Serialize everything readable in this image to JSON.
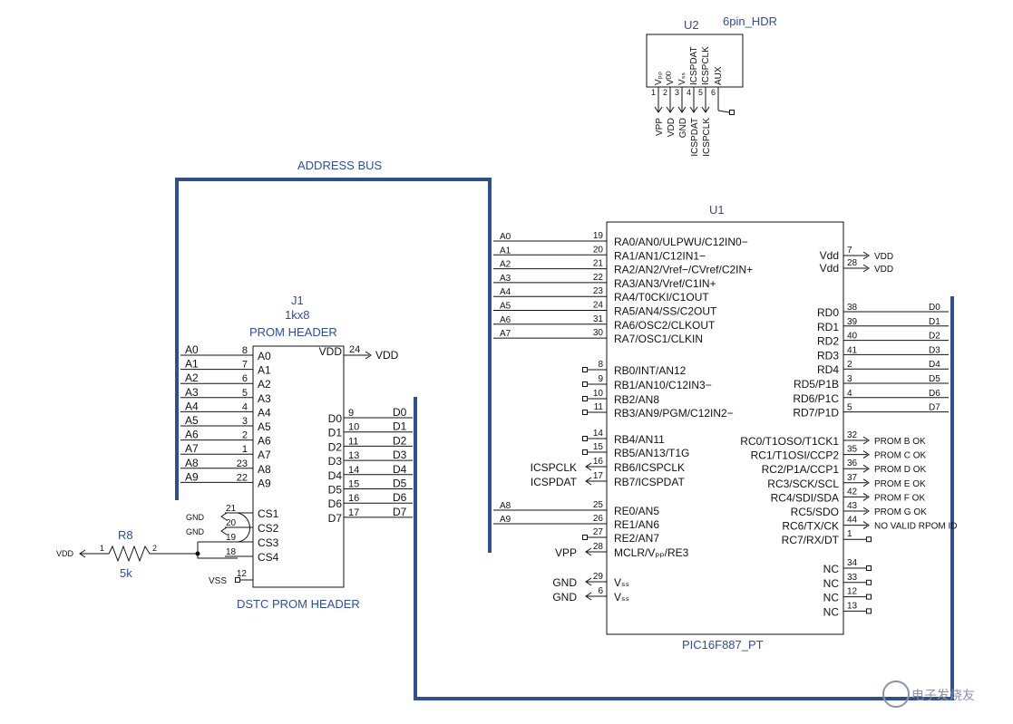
{
  "u2": {
    "ref": "U2",
    "value": "6pin_HDR",
    "pins": [
      {
        "num": "1",
        "inner": "Vₚₚ",
        "net": "VPP"
      },
      {
        "num": "2",
        "inner": "Vᴰᴰ",
        "net": "VDD"
      },
      {
        "num": "3",
        "inner": "Vₛₛ",
        "net": "GND"
      },
      {
        "num": "4",
        "inner": "ICSPDAT",
        "net": "ICSPDAT"
      },
      {
        "num": "5",
        "inner": "ICSPCLK",
        "net": "ICSPCLK"
      },
      {
        "num": "6",
        "inner": "AUX",
        "net": ""
      }
    ]
  },
  "bus_label": "ADDRESS BUS",
  "j1": {
    "ref": "J1",
    "value": "1kx8",
    "title": "PROM HEADER",
    "footer": "DSTC PROM HEADER",
    "vdd_pin": {
      "num": "24",
      "name": "VDD",
      "net": "VDD"
    },
    "addr": [
      {
        "net": "A0",
        "num": "8",
        "name": "A0"
      },
      {
        "net": "A1",
        "num": "7",
        "name": "A1"
      },
      {
        "net": "A2",
        "num": "6",
        "name": "A2"
      },
      {
        "net": "A3",
        "num": "5",
        "name": "A3"
      },
      {
        "net": "A4",
        "num": "4",
        "name": "A4"
      },
      {
        "net": "A5",
        "num": "3",
        "name": "A5"
      },
      {
        "net": "A6",
        "num": "2",
        "name": "A6"
      },
      {
        "net": "A7",
        "num": "1",
        "name": "A7"
      },
      {
        "net": "A8",
        "num": "23",
        "name": "A8"
      },
      {
        "net": "A9",
        "num": "22",
        "name": "A9"
      }
    ],
    "data": [
      {
        "name": "D0",
        "num": "9",
        "net": "D0"
      },
      {
        "name": "D1",
        "num": "10",
        "net": "D1"
      },
      {
        "name": "D2",
        "num": "11",
        "net": "D2"
      },
      {
        "name": "D3",
        "num": "13",
        "net": "D3"
      },
      {
        "name": "D4",
        "num": "14",
        "net": "D4"
      },
      {
        "name": "D5",
        "num": "15",
        "net": "D5"
      },
      {
        "name": "D6",
        "num": "16",
        "net": "D6"
      },
      {
        "name": "D7",
        "num": "17",
        "net": "D7"
      }
    ],
    "cs": [
      {
        "name": "CS1",
        "num": "21",
        "net": "GND"
      },
      {
        "name": "CS2",
        "num": "20",
        "net": "GND"
      },
      {
        "name": "CS3",
        "num": "19",
        "net": ""
      },
      {
        "name": "CS4",
        "num": "18",
        "net": ""
      }
    ],
    "vss_pin": {
      "num": "12",
      "net": "VSS"
    }
  },
  "r8": {
    "ref": "R8",
    "value": "5k",
    "pin1": "1",
    "pin2": "2",
    "net": "VDD"
  },
  "u1": {
    "ref": "U1",
    "value": "PIC16F887_PT",
    "left": [
      {
        "net": "A0",
        "num": "19",
        "name": "RA0/AN0/ULPWU/C12IN0−"
      },
      {
        "net": "A1",
        "num": "20",
        "name": "RA1/AN1/C12IN1−"
      },
      {
        "net": "A2",
        "num": "21",
        "name": "RA2/AN2/Vref−/CVref/C2IN+"
      },
      {
        "net": "A3",
        "num": "22",
        "name": "RA3/AN3/Vref/C1IN+"
      },
      {
        "net": "A4",
        "num": "23",
        "name": "RA4/T0CKI/C1OUT"
      },
      {
        "net": "A5",
        "num": "24",
        "name": "RA5/AN4/SS/C2OUT"
      },
      {
        "net": "A6",
        "num": "31",
        "name": "RA6/OSC2/CLKOUT"
      },
      {
        "net": "A7",
        "num": "30",
        "name": "RA7/OSC1/CLKIN"
      },
      {
        "net": "",
        "num": "8",
        "name": "RB0/INT/AN12"
      },
      {
        "net": "",
        "num": "9",
        "name": "RB1/AN10/C12IN3−"
      },
      {
        "net": "",
        "num": "10",
        "name": "RB2/AN8"
      },
      {
        "net": "",
        "num": "11",
        "name": "RB3/AN9/PGM/C12IN2−"
      },
      {
        "net": "",
        "num": "14",
        "name": "RB4/AN11"
      },
      {
        "net": "",
        "num": "15",
        "name": "RB5/AN13/T1G"
      },
      {
        "net": "ICSPCLK",
        "num": "16",
        "name": "RB6/ICSPCLK"
      },
      {
        "net": "ICSPDAT",
        "num": "17",
        "name": "RB7/ICSPDAT"
      },
      {
        "net": "A8",
        "num": "25",
        "name": "RE0/AN5"
      },
      {
        "net": "A9",
        "num": "26",
        "name": "RE1/AN6"
      },
      {
        "net": "",
        "num": "27",
        "name": "RE2/AN7"
      },
      {
        "net": "VPP",
        "num": "28",
        "name": "MCLR/Vₚₚ/RE3"
      },
      {
        "net": "GND",
        "num": "29",
        "name": "Vₛₛ"
      },
      {
        "net": "GND",
        "num": "6",
        "name": "Vₛₛ"
      }
    ],
    "right_power": [
      {
        "name": "Vdd",
        "num": "7",
        "net": "VDD"
      },
      {
        "name": "Vdd",
        "num": "28",
        "net": "VDD"
      }
    ],
    "right_d": [
      {
        "name": "RD0",
        "num": "38",
        "net": "D0"
      },
      {
        "name": "RD1",
        "num": "39",
        "net": "D1"
      },
      {
        "name": "RD2",
        "num": "40",
        "net": "D2"
      },
      {
        "name": "RD3",
        "num": "41",
        "net": "D3"
      },
      {
        "name": "RD4",
        "num": "2",
        "net": "D4"
      },
      {
        "name": "RD5/P1B",
        "num": "3",
        "net": "D5"
      },
      {
        "name": "RD6/P1C",
        "num": "4",
        "net": "D6"
      },
      {
        "name": "RD7/P1D",
        "num": "5",
        "net": "D7"
      }
    ],
    "right_c": [
      {
        "name": "RC0/T1OSO/T1CK1",
        "num": "32",
        "net": "PROM B OK"
      },
      {
        "name": "RC1/T1OSI/CCP2",
        "num": "35",
        "net": "PROM C OK"
      },
      {
        "name": "RC2/P1A/CCP1",
        "num": "36",
        "net": "PROM D OK"
      },
      {
        "name": "RC3/SCK/SCL",
        "num": "37",
        "net": "PROM E OK"
      },
      {
        "name": "RC4/SDI/SDA",
        "num": "42",
        "net": "PROM F OK"
      },
      {
        "name": "RC5/SDO",
        "num": "43",
        "net": "PROM G OK"
      },
      {
        "name": "RC6/TX/CK",
        "num": "44",
        "net": "NO VALID RPOM ID"
      },
      {
        "name": "RC7/RX/DT",
        "num": "1",
        "net": ""
      }
    ],
    "right_nc": [
      {
        "name": "NC",
        "num": "34"
      },
      {
        "name": "NC",
        "num": "33"
      },
      {
        "name": "NC",
        "num": "12"
      },
      {
        "name": "NC",
        "num": "13"
      }
    ]
  },
  "watermark": "电子发烧友"
}
